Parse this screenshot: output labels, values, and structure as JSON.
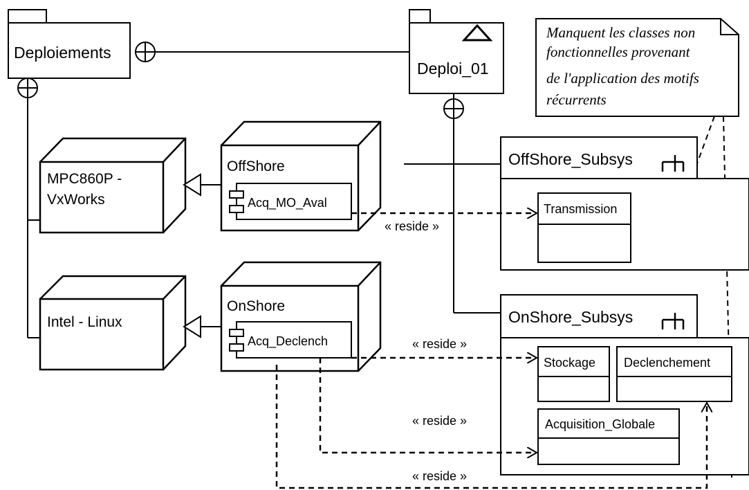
{
  "packages": {
    "deploiements": "Deploiements",
    "deploi_01": "Deploi_01"
  },
  "note": {
    "lines": [
      "Manquent les classes non",
      "fonctionnelles provenant",
      "de l'application des motifs",
      "récurrents"
    ]
  },
  "nodes": {
    "mpc860p": [
      "MPC860P -",
      "VxWorks"
    ],
    "intel": "Intel - Linux",
    "offshore": "OffShore",
    "onshore": "OnShore"
  },
  "components": {
    "acq_mo_aval": "Acq_MO_Aval",
    "acq_declench": "Acq_Declench"
  },
  "subsystems": {
    "offshore": "OffShore_Subsys",
    "onshore": "OnShore_Subsys"
  },
  "classes": {
    "transmission": "Transmission",
    "stockage": "Stockage",
    "declenchement": "Declenchement",
    "acquisition_globale": "Acquisition_Globale"
  },
  "relations": {
    "reside_1": "« reside »",
    "reside_2": "« reside »",
    "reside_3": "« reside »",
    "reside_4": "« reside »"
  }
}
